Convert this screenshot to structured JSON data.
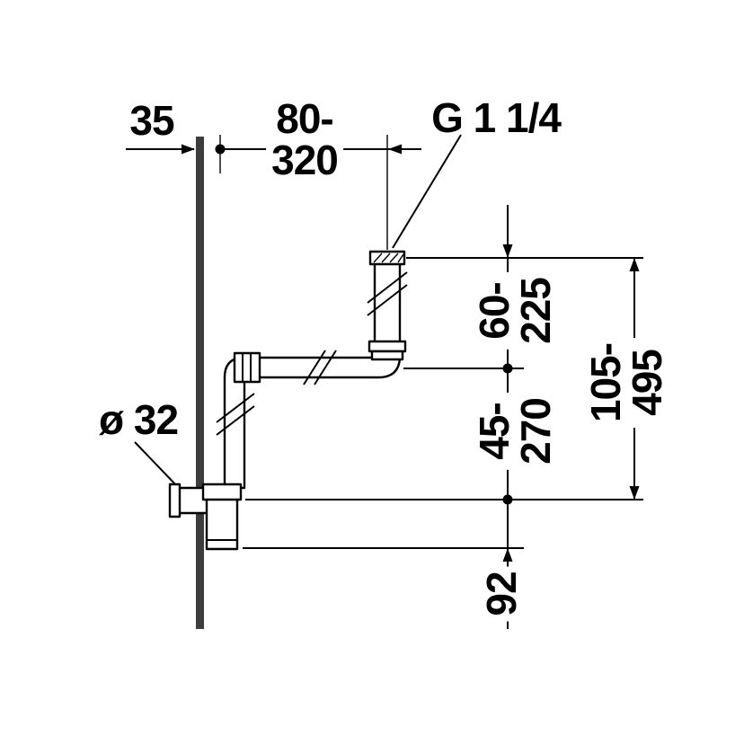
{
  "diagram": {
    "dimensions": {
      "wall_offset": "35",
      "horizontal_adjust_range": "80-\n320",
      "inlet_thread": "G 1 1/4",
      "outlet_diameter": "ø 32",
      "upper_height_range": "60-\n225",
      "lower_height_range": "45-\n270",
      "total_height_range": "105-\n495",
      "trap_cup_depth": "92"
    },
    "colors": {
      "line": "#000000",
      "wall": "#3d3d3d",
      "background": "#ffffff"
    }
  }
}
